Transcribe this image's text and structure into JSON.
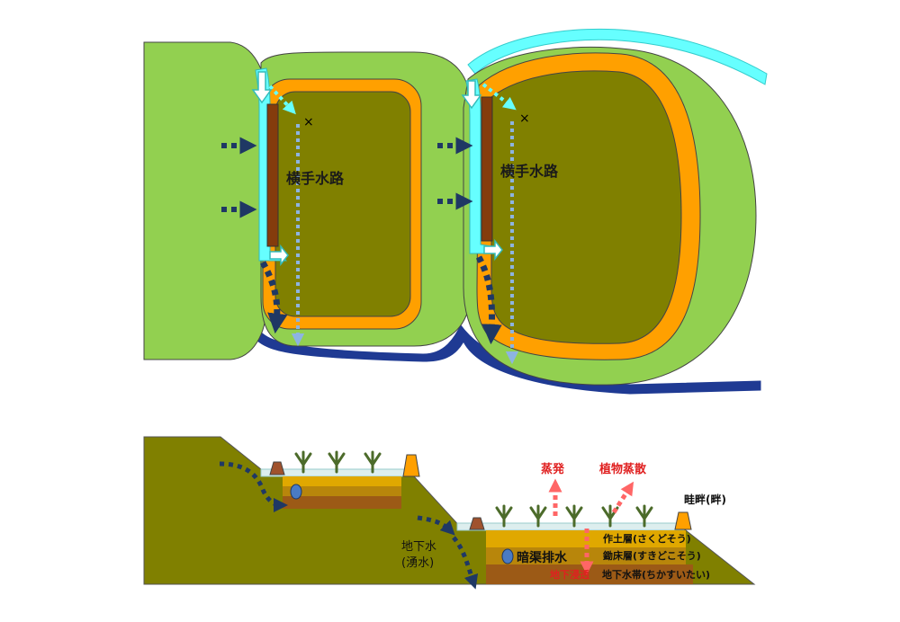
{
  "top_view": {
    "canal_label_1": "横手水路",
    "canal_label_2": "横手水路",
    "cross_mark_1": "×",
    "cross_mark_2": "×"
  },
  "cross_section": {
    "groundwater_line1": "地下水",
    "groundwater_line2": "(湧水)",
    "underdrain": "暗渠排水",
    "evaporation": "蒸発",
    "transpiration": "植物蒸散",
    "levee": "畦畔(畔)",
    "topsoil": "作土層(さくどそう)",
    "plowpan": "鋤床層(すきどこそう)",
    "infiltration": "地下浸透",
    "groundwater_zone": "地下水帯(ちかすいたい)"
  },
  "colors": {
    "field_green": "#92D050",
    "paddy_olive": "#808000",
    "ridge_orange": "#FFA000",
    "water_cyan": "#66FFFF",
    "channel_navy": "#1F3A93",
    "canal_brown": "#843C0C",
    "arrow_dark": "#1F3864",
    "arrow_light": "#8DB4E2",
    "arrow_red": "#FF6666",
    "label_red": "#E02020"
  }
}
